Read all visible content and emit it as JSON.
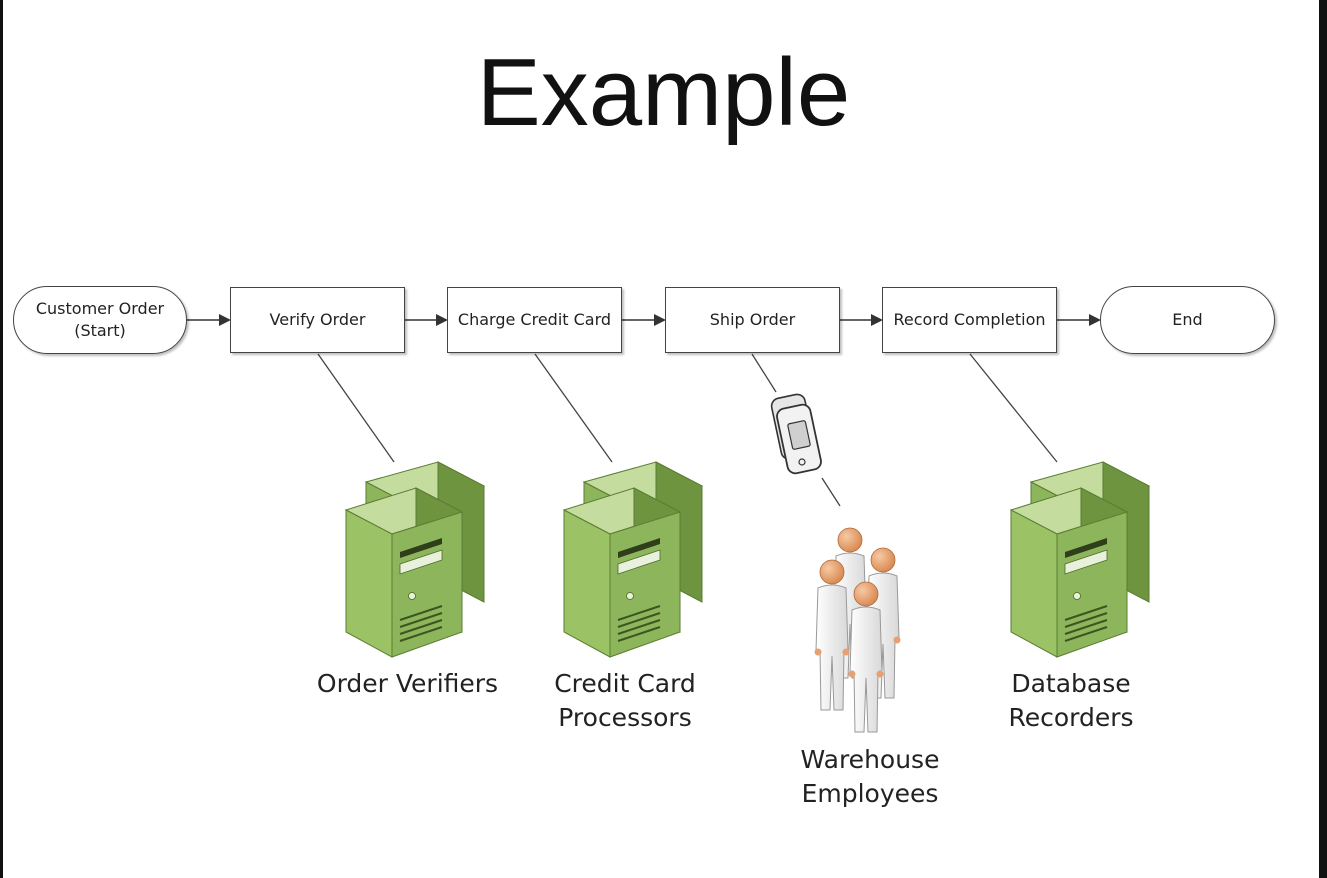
{
  "slide": {
    "title": "Example"
  },
  "flow": {
    "start": "Customer Order\n(Start)",
    "steps": [
      "Verify Order",
      "Charge Credit Card",
      "Ship Order",
      "Record Completion"
    ],
    "end": "End"
  },
  "resources": [
    {
      "label": "Order Verifiers",
      "icon": "server-icon"
    },
    {
      "label": "Credit Card\nProcessors",
      "icon": "server-icon"
    },
    {
      "label": "Warehouse\nEmployees",
      "icon": "people-group-icon"
    },
    {
      "label": "Database\nRecorders",
      "icon": "server-icon"
    }
  ],
  "extra_icons": [
    "handheld-device-icon"
  ],
  "colors": {
    "server_front": "#8db55b",
    "server_side": "#6e9440",
    "server_top": "#b9d38f",
    "person_body": "#f2f2f2",
    "person_head": "#e8a070",
    "line": "#444444"
  }
}
